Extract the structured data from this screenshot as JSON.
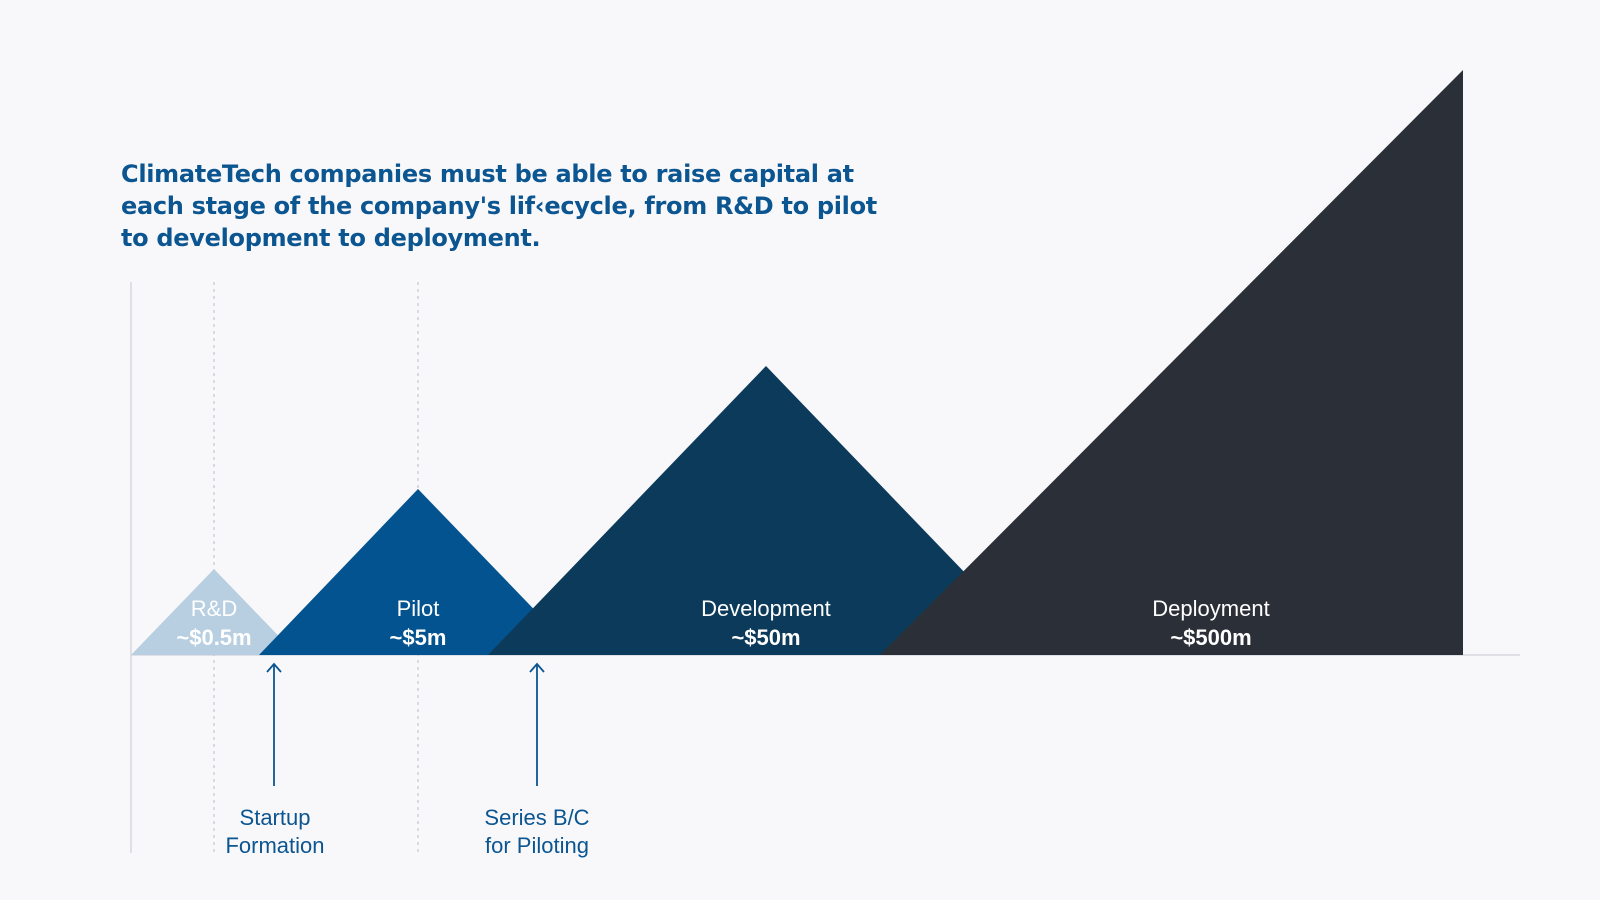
{
  "headline": "ClimateTech companies must be able to raise capital at each stage of the company's lif‹ecycle, from R&D to pilot to development to deployment.",
  "stages": [
    {
      "name": "R&D",
      "value": "~$0.5m",
      "color": "#b8cfe1"
    },
    {
      "name": "Pilot",
      "value": "~$5m",
      "color": "#02538f"
    },
    {
      "name": "Development",
      "value": "~$50m",
      "color": "#0c3a5a"
    },
    {
      "name": "Deployment",
      "value": "~$500m",
      "color": "#2b2f38"
    }
  ],
  "milestones": [
    {
      "line1": "Startup",
      "line2": "Formation"
    },
    {
      "line1": "Series B/C",
      "line2": "for Piloting"
    }
  ],
  "colors": {
    "background": "#f8f8fb",
    "headline": "#0b5591",
    "axis": "#d5d7de",
    "guide": "#c4c8cf",
    "arrow": "#0b5591"
  }
}
